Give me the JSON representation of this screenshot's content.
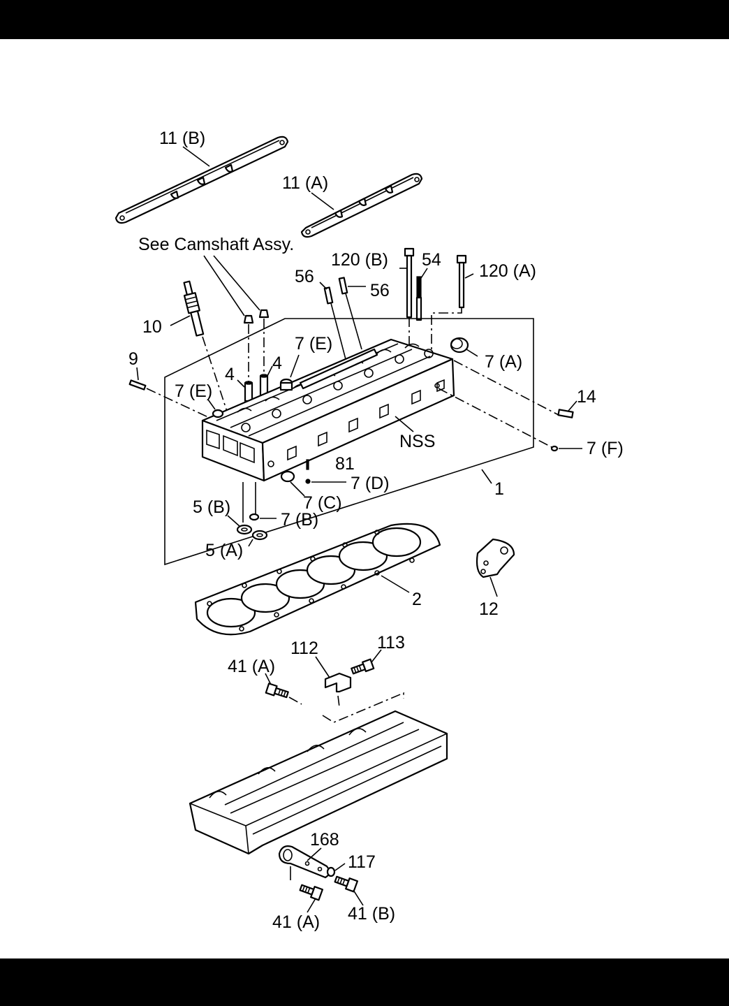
{
  "labels": {
    "l_11b": "11 (B)",
    "l_11a": "11 (A)",
    "l_see_camshaft": "See Camshaft Assy.",
    "l_120b": "120 (B)",
    "l_54": "54",
    "l_120a": "120 (A)",
    "l_56a": "56",
    "l_56b": "56",
    "l_10": "10",
    "l_7e_top": "7 (E)",
    "l_7a": "7 (A)",
    "l_9": "9",
    "l_7e_left": "7 (E)",
    "l_4a": "4",
    "l_4b": "4",
    "l_14": "14",
    "l_nss": "NSS",
    "l_7f": "7 (F)",
    "l_81": "81",
    "l_7d": "7 (D)",
    "l_1": "1",
    "l_7c": "7 (C)",
    "l_5b": "5 (B)",
    "l_7b": "7 (B)",
    "l_5a": "5 (A)",
    "l_2": "2",
    "l_12": "12",
    "l_112": "112",
    "l_113": "113",
    "l_41a_top": "41 (A)",
    "l_168": "168",
    "l_117": "117",
    "l_41a_bottom": "41 (A)",
    "l_41b": "41 (B)"
  },
  "colors": {
    "bar": "#000000",
    "ink": "#000000",
    "paper": "#ffffff"
  }
}
